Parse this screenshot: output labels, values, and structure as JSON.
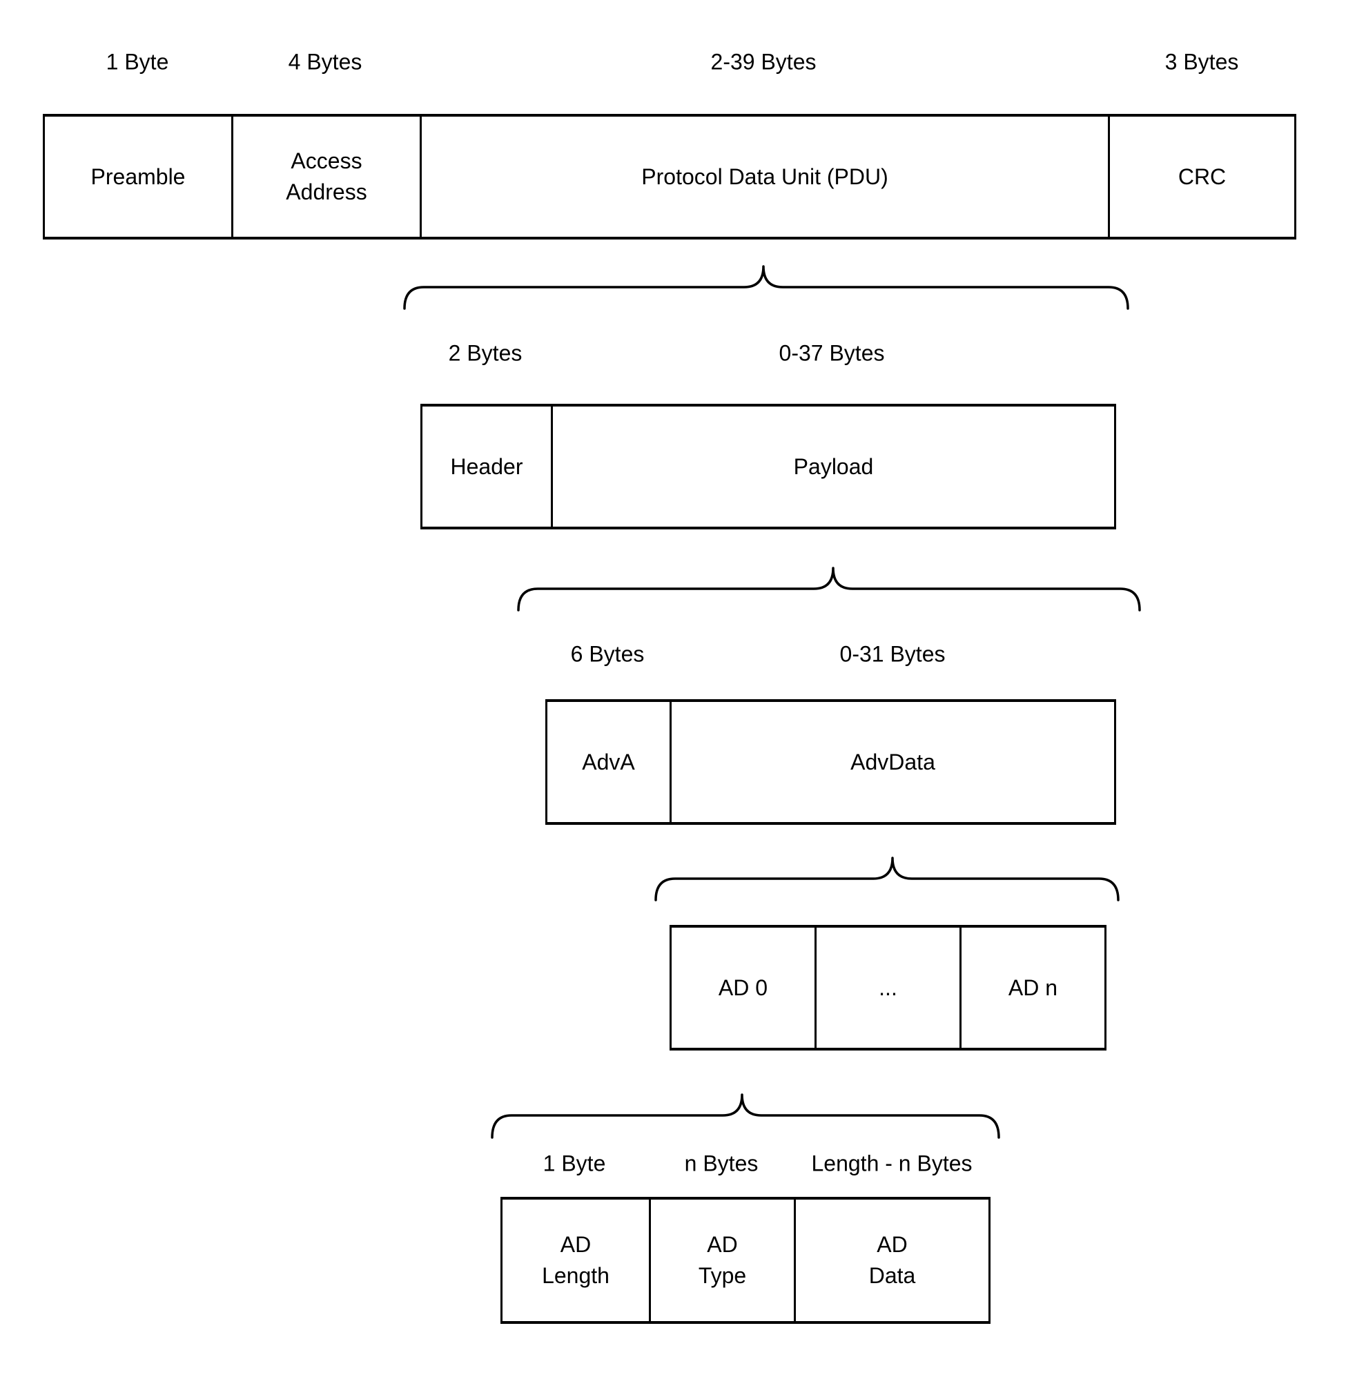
{
  "colors": {
    "ink": "#000000",
    "background": "#ffffff"
  },
  "rows": [
    {
      "name": "packet",
      "byte_labels": [
        "1 Byte",
        "4 Bytes",
        "2-39 Bytes",
        "3 Bytes"
      ],
      "cells": [
        "Preamble",
        "Access Address",
        "Protocol Data Unit (PDU)",
        "CRC"
      ]
    },
    {
      "name": "pdu",
      "byte_labels": [
        "2 Bytes",
        "0-37 Bytes"
      ],
      "cells": [
        "Header",
        "Payload"
      ]
    },
    {
      "name": "payload",
      "byte_labels": [
        "6 Bytes",
        "0-31 Bytes"
      ],
      "cells": [
        "AdvA",
        "AdvData"
      ]
    },
    {
      "name": "advdata",
      "byte_labels": [],
      "cells": [
        "AD 0",
        "...",
        "AD n"
      ]
    },
    {
      "name": "ad_structure",
      "byte_labels": [
        "1 Byte",
        "n Bytes",
        "Length - n Bytes"
      ],
      "cells": [
        "AD Length",
        "AD Type",
        "AD Data"
      ]
    }
  ]
}
